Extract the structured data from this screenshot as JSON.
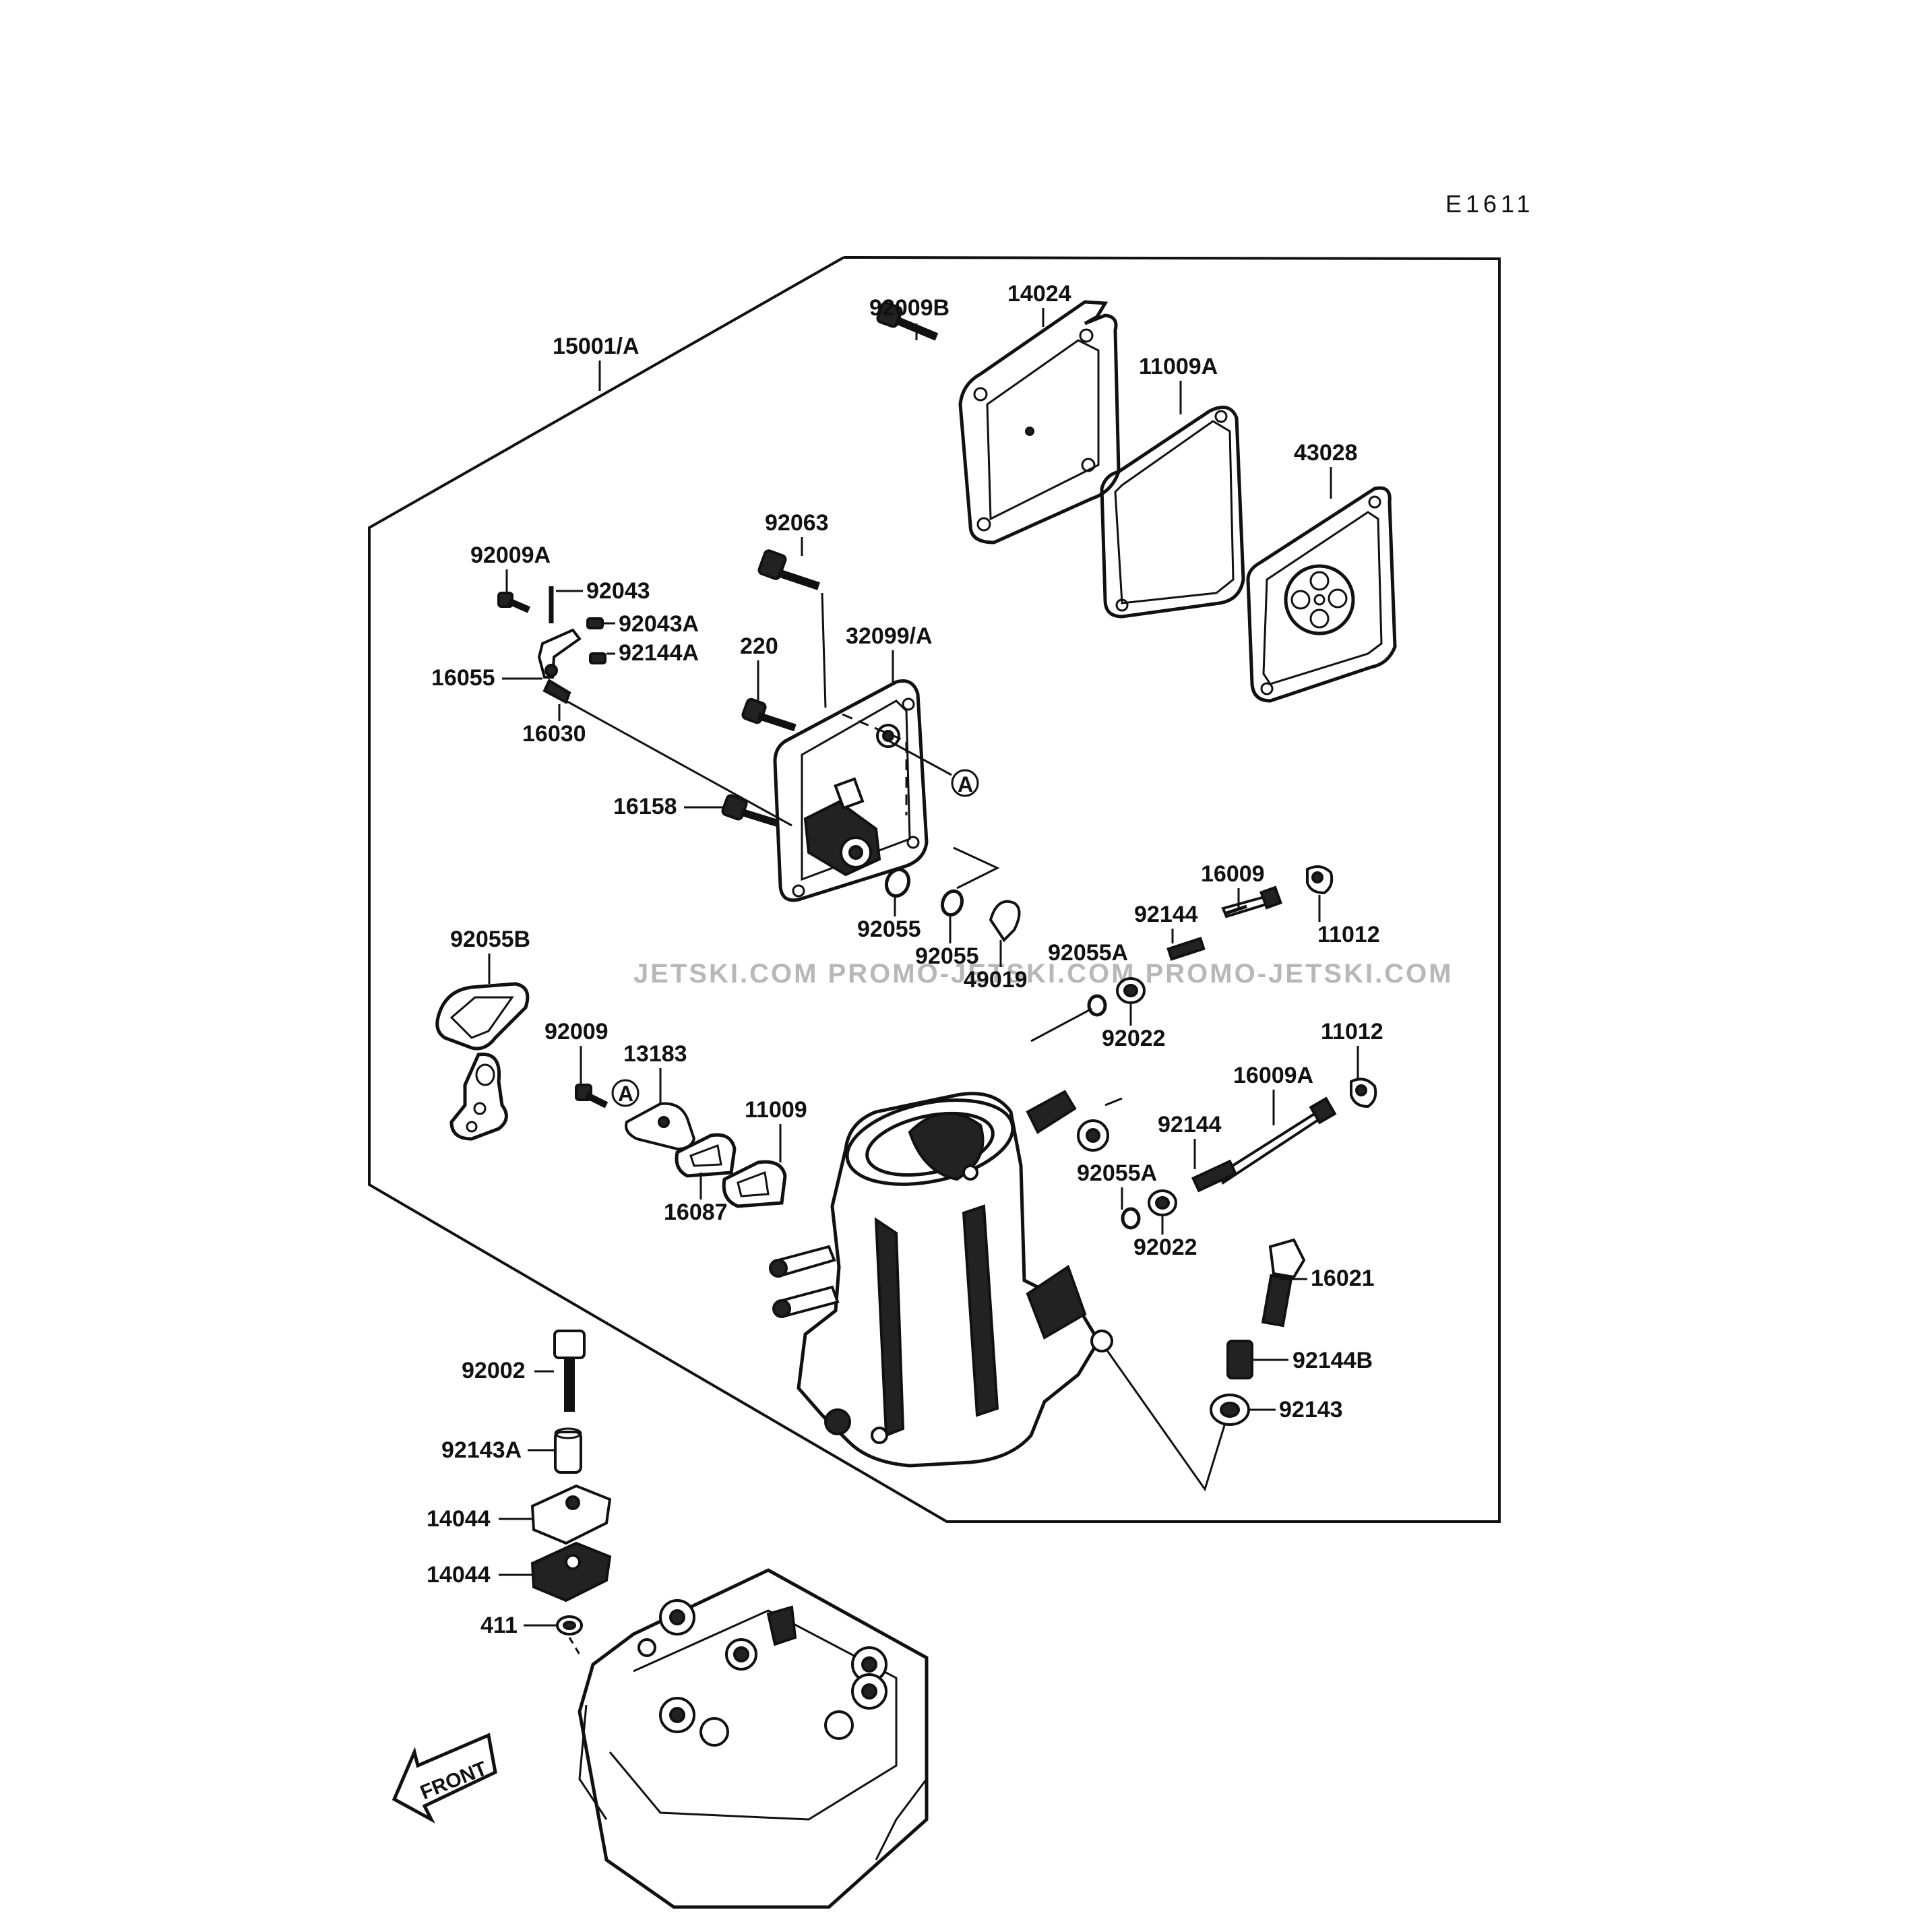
{
  "diagram_code": "E1611",
  "watermark": "JETSKI.COM  PROMO-JETSKI.COM  PROMO-JETSKI.COM",
  "front_label": "FRONT",
  "reference_mark": "A",
  "parts": [
    {
      "id": "p15001A",
      "label": "15001/A"
    },
    {
      "id": "p92009B",
      "label": "92009B"
    },
    {
      "id": "p14024",
      "label": "14024"
    },
    {
      "id": "p11009A",
      "label": "11009A"
    },
    {
      "id": "p43028",
      "label": "43028"
    },
    {
      "id": "p92063",
      "label": "92063"
    },
    {
      "id": "p92009A",
      "label": "92009A"
    },
    {
      "id": "p92043",
      "label": "92043"
    },
    {
      "id": "p92043A",
      "label": "92043A"
    },
    {
      "id": "p92144A",
      "label": "92144A"
    },
    {
      "id": "p16055",
      "label": "16055"
    },
    {
      "id": "p16030",
      "label": "16030"
    },
    {
      "id": "p220",
      "label": "220"
    },
    {
      "id": "p32099A",
      "label": "32099/A"
    },
    {
      "id": "p16158",
      "label": "16158"
    },
    {
      "id": "p92055",
      "label": "92055"
    },
    {
      "id": "p92055b",
      "label": "92055"
    },
    {
      "id": "p49019",
      "label": "49019"
    },
    {
      "id": "p16009",
      "label": "16009"
    },
    {
      "id": "p11012",
      "label": "11012"
    },
    {
      "id": "p92144",
      "label": "92144"
    },
    {
      "id": "p92055A",
      "label": "92055A"
    },
    {
      "id": "p92022",
      "label": "92022"
    },
    {
      "id": "p92055B",
      "label": "92055B"
    },
    {
      "id": "p92009",
      "label": "92009"
    },
    {
      "id": "p13183",
      "label": "13183"
    },
    {
      "id": "p11009",
      "label": "11009"
    },
    {
      "id": "p16087",
      "label": "16087"
    },
    {
      "id": "p11012b",
      "label": "11012"
    },
    {
      "id": "p16009A",
      "label": "16009A"
    },
    {
      "id": "p92144b",
      "label": "92144"
    },
    {
      "id": "p92055Ab",
      "label": "92055A"
    },
    {
      "id": "p92022b",
      "label": "92022"
    },
    {
      "id": "p16021",
      "label": "16021"
    },
    {
      "id": "p92144B",
      "label": "92144B"
    },
    {
      "id": "p92143",
      "label": "92143"
    },
    {
      "id": "p92002",
      "label": "92002"
    },
    {
      "id": "p92143A",
      "label": "92143A"
    },
    {
      "id": "p14044",
      "label": "14044"
    },
    {
      "id": "p14044b",
      "label": "14044"
    },
    {
      "id": "p411",
      "label": "411"
    }
  ]
}
